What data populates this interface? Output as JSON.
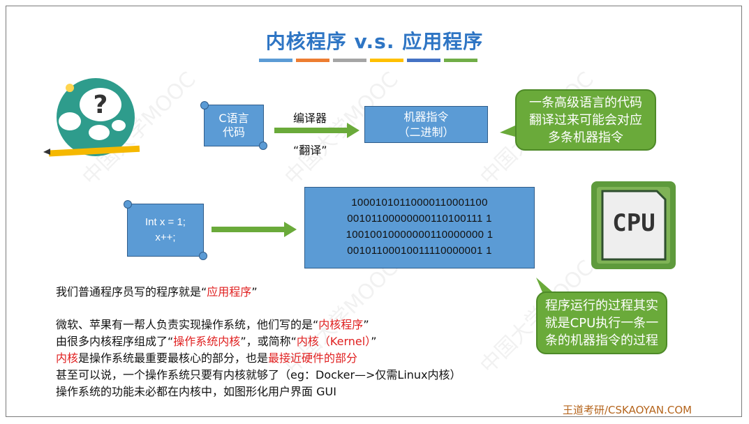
{
  "title": "内核程序 v.s. 应用程序",
  "colors": {
    "bar1": "#5b9bd5",
    "bar2": "#ed7d31",
    "bar3": "#a5a5a5",
    "bar4": "#ffc000",
    "bar5": "#4472c4",
    "bar6": "#70ad47"
  },
  "top_flow": {
    "source_label": "C语言\n代码",
    "arrow_label": "编译器",
    "arrow_sublabel": "“翻译”",
    "target_line1": "机器指令",
    "target_line2": "（二进制）",
    "callout": "一条高级语言的代码翻译过来可能会对应多条机器指令"
  },
  "mid_flow": {
    "code_line1": "Int x = 1;",
    "code_line2": "x++;",
    "binary": [
      "10001010110000110001100",
      "00101100000000110100111 1",
      "10010010000000110000000 1",
      "00101100010011110000001 1"
    ],
    "cpu_label": "CPU"
  },
  "cpu_callout": "程序运行的过程其实就是CPU执行一条一条的机器指令的过程",
  "body": {
    "p1_a": "我们普通程序员写的程序就是“",
    "p1_red": "应用程序",
    "p1_b": "”",
    "p2_a": "微软、苹果有一帮人负责实现操作系统，他们写的是“",
    "p2_red": "内核程序",
    "p2_b": "”",
    "p3_a": "由很多内核程序组成了“",
    "p3_red1": "操作系统内核",
    "p3_b": "”，或简称“",
    "p3_red2": "内核（Kernel）",
    "p3_c": "”",
    "p4_red1": "内核",
    "p4_a": "是操作系统最重要最核心的部分，也是",
    "p4_red2": "最接近硬件的部分",
    "p5": "甚至可以说，一个操作系统只要有内核就够了（eg：Docker—>仅需Linux内核）",
    "p6": "操作系统的功能未必都在内核中，如图形化用户界面 GUI"
  },
  "footer": "王道考研/CSKAOYAN.COM",
  "watermark": "中国大学MOOC"
}
